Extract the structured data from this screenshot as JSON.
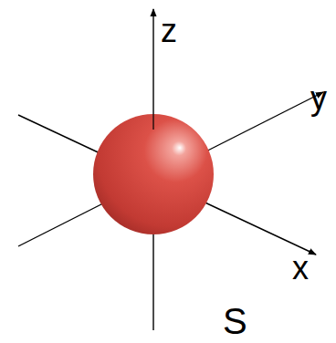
{
  "diagram": {
    "labels": [
      "z",
      "y",
      "x",
      "S"
    ]
  }
}
